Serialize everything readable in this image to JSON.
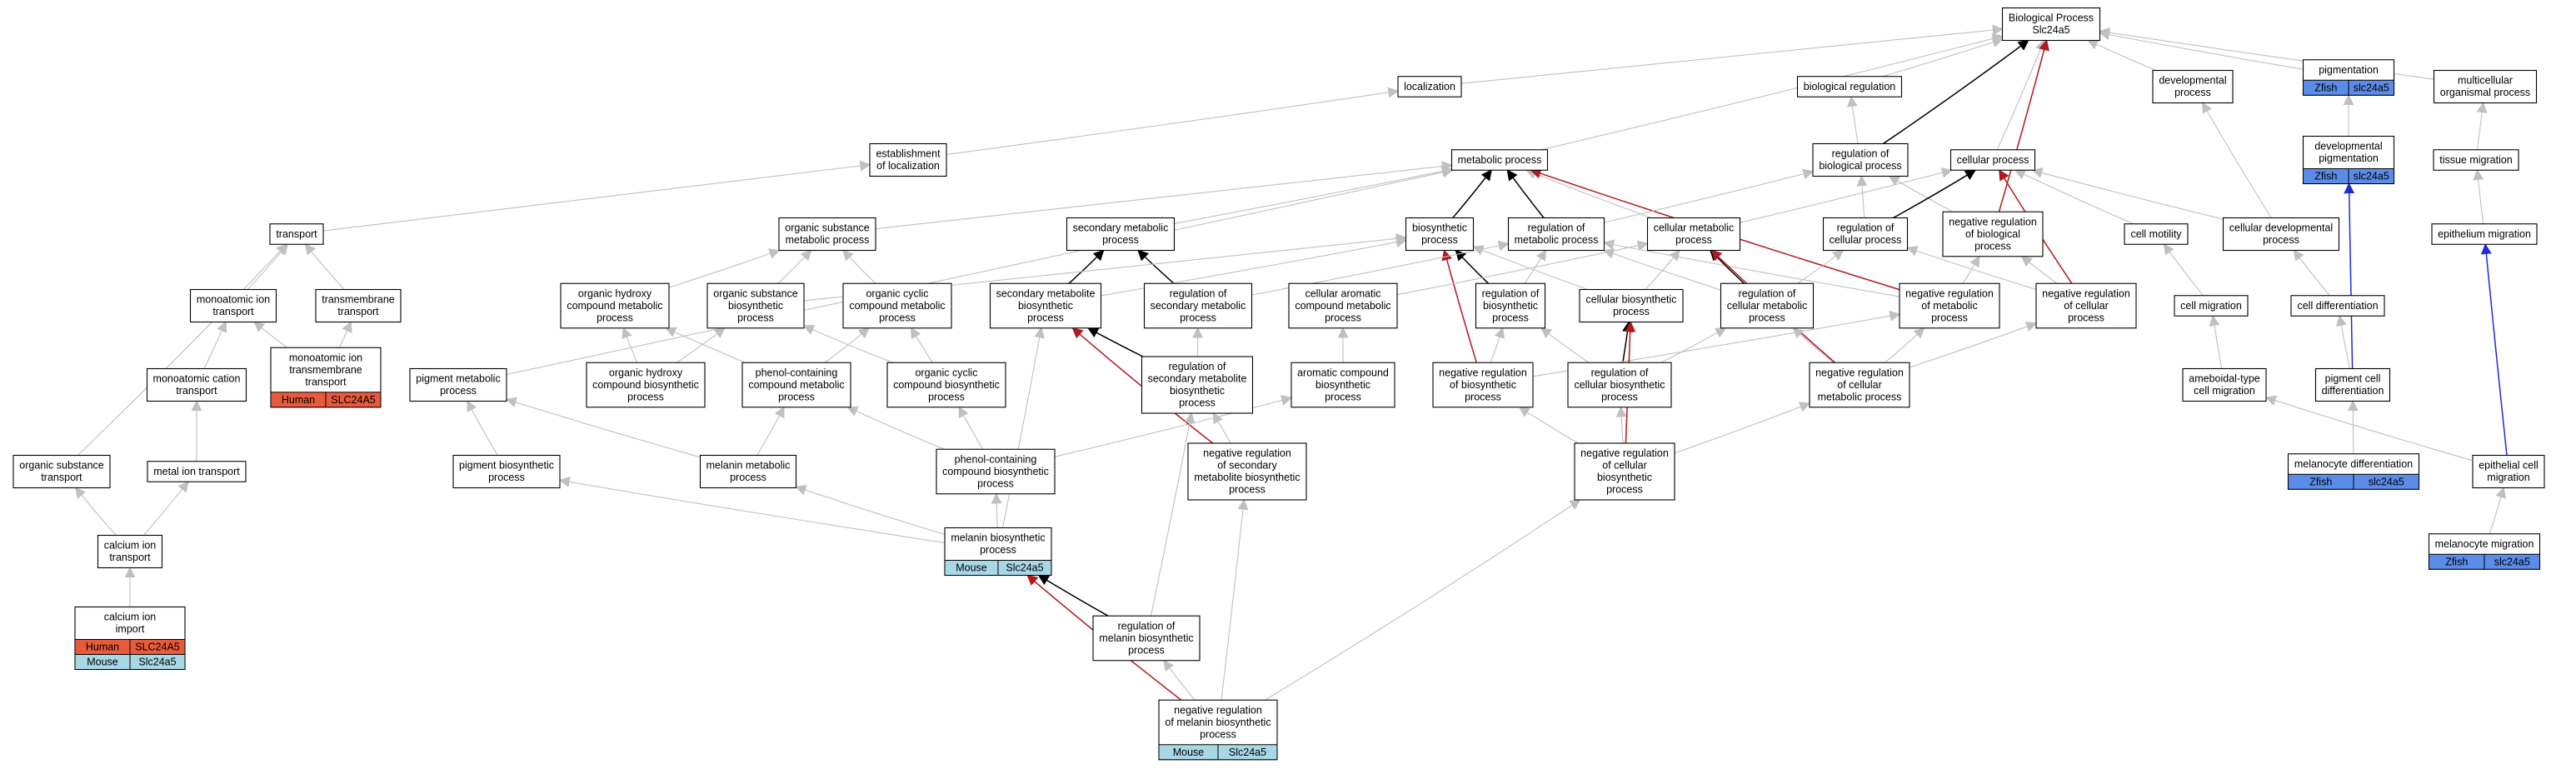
{
  "colors": {
    "edge_gray": "#c0c0c0",
    "edge_black": "#000000",
    "edge_red": "#b0191e",
    "edge_blue": "#1f2bd6",
    "human_fill": "#e85a3c",
    "mouse_fill": "#a8d8e6",
    "zfish_fill": "#5b8ce8"
  },
  "nodes": [
    {
      "id": "bp",
      "lines": [
        "Biological Process",
        "Slc24a5"
      ]
    },
    {
      "id": "loc",
      "lines": [
        "localization"
      ]
    },
    {
      "id": "breg",
      "lines": [
        "biological regulation"
      ]
    },
    {
      "id": "dev",
      "lines": [
        "developmental",
        "process"
      ]
    },
    {
      "id": "pig",
      "lines": [
        "pigmentation"
      ],
      "species": [
        [
          "Zfish",
          "slc24a5"
        ]
      ]
    },
    {
      "id": "multi",
      "lines": [
        "multicellular",
        "organismal process"
      ]
    },
    {
      "id": "estab",
      "lines": [
        "establishment",
        "of localization"
      ]
    },
    {
      "id": "met",
      "lines": [
        "metabolic process"
      ]
    },
    {
      "id": "regbio",
      "lines": [
        "regulation of",
        "biological process"
      ]
    },
    {
      "id": "cell",
      "lines": [
        "cellular process"
      ]
    },
    {
      "id": "devpig",
      "lines": [
        "developmental",
        "pigmentation"
      ],
      "species": [
        [
          "Zfish",
          "slc24a5"
        ]
      ]
    },
    {
      "id": "tissmig",
      "lines": [
        "tissue migration"
      ]
    },
    {
      "id": "transport",
      "lines": [
        "transport"
      ]
    },
    {
      "id": "osmp",
      "lines": [
        "organic substance",
        "metabolic process"
      ]
    },
    {
      "id": "secmet",
      "lines": [
        "secondary metabolic",
        "process"
      ]
    },
    {
      "id": "bios",
      "lines": [
        "biosynthetic",
        "process"
      ]
    },
    {
      "id": "regmet",
      "lines": [
        "regulation of",
        "metabolic process"
      ]
    },
    {
      "id": "cellmet",
      "lines": [
        "cellular metabolic",
        "process"
      ]
    },
    {
      "id": "regcell",
      "lines": [
        "regulation of",
        "cellular process"
      ]
    },
    {
      "id": "negbio",
      "lines": [
        "negative regulation",
        "of biological",
        "process"
      ]
    },
    {
      "id": "cellmot",
      "lines": [
        "cell motility"
      ]
    },
    {
      "id": "celldev",
      "lines": [
        "cellular developmental",
        "process"
      ]
    },
    {
      "id": "epimig",
      "lines": [
        "epithelium migration"
      ]
    },
    {
      "id": "monoion",
      "lines": [
        "monoatomic ion",
        "transport"
      ]
    },
    {
      "id": "transm",
      "lines": [
        "transmembrane",
        "transport"
      ]
    },
    {
      "id": "ohcmp",
      "lines": [
        "organic hydroxy",
        "compound metabolic",
        "process"
      ]
    },
    {
      "id": "osbp",
      "lines": [
        "organic substance",
        "biosynthetic",
        "process"
      ]
    },
    {
      "id": "occmp",
      "lines": [
        "organic cyclic",
        "compound metabolic",
        "process"
      ]
    },
    {
      "id": "smbp",
      "lines": [
        "secondary metabolite",
        "biosynthetic",
        "process"
      ]
    },
    {
      "id": "regsecmet",
      "lines": [
        "regulation of",
        "secondary metabolic",
        "process"
      ]
    },
    {
      "id": "cacmp",
      "lines": [
        "cellular aromatic",
        "compound metabolic",
        "process"
      ]
    },
    {
      "id": "regbios",
      "lines": [
        "regulation of",
        "biosynthetic",
        "process"
      ]
    },
    {
      "id": "cellbios",
      "lines": [
        "cellular biosynthetic",
        "process"
      ]
    },
    {
      "id": "regcellmet",
      "lines": [
        "regulation of",
        "cellular metabolic",
        "process"
      ]
    },
    {
      "id": "negmet",
      "lines": [
        "negative regulation",
        "of metabolic",
        "process"
      ]
    },
    {
      "id": "negcell",
      "lines": [
        "negative regulation",
        "of cellular",
        "process"
      ]
    },
    {
      "id": "cellmigr",
      "lines": [
        "cell migration"
      ]
    },
    {
      "id": "celldiff",
      "lines": [
        "cell differentiation"
      ]
    },
    {
      "id": "moncat",
      "lines": [
        "monoatomic cation",
        "transport"
      ]
    },
    {
      "id": "monotm",
      "lines": [
        "monoatomic ion",
        "transmembrane",
        "transport"
      ],
      "species": [
        [
          "Human",
          "SLC24A5"
        ]
      ]
    },
    {
      "id": "pigmet",
      "lines": [
        "pigment metabolic",
        "process"
      ]
    },
    {
      "id": "ohcbp",
      "lines": [
        "organic hydroxy",
        "compound biosynthetic",
        "process"
      ]
    },
    {
      "id": "pccmp",
      "lines": [
        "phenol-containing",
        "compound metabolic",
        "process"
      ]
    },
    {
      "id": "occbp",
      "lines": [
        "organic cyclic",
        "compound biosynthetic",
        "process"
      ]
    },
    {
      "id": "regsmbp",
      "lines": [
        "regulation of",
        "secondary metabolite",
        "biosynthetic",
        "process"
      ]
    },
    {
      "id": "acbp",
      "lines": [
        "aromatic compound",
        "biosynthetic",
        "process"
      ]
    },
    {
      "id": "negbios",
      "lines": [
        "negative regulation",
        "of biosynthetic",
        "process"
      ]
    },
    {
      "id": "regcellbios",
      "lines": [
        "regulation of",
        "cellular biosynthetic",
        "process"
      ]
    },
    {
      "id": "negcellmet",
      "lines": [
        "negative regulation",
        "of cellular",
        "metabolic process"
      ]
    },
    {
      "id": "ameb",
      "lines": [
        "ameboidal-type",
        "cell migration"
      ]
    },
    {
      "id": "pigdiff",
      "lines": [
        "pigment cell",
        "differentiation"
      ]
    },
    {
      "id": "osub",
      "lines": [
        "organic substance",
        "transport"
      ]
    },
    {
      "id": "metion",
      "lines": [
        "metal ion transport"
      ]
    },
    {
      "id": "pigbp",
      "lines": [
        "pigment biosynthetic",
        "process"
      ]
    },
    {
      "id": "melmet",
      "lines": [
        "melanin metabolic",
        "process"
      ]
    },
    {
      "id": "pccbp",
      "lines": [
        "phenol-containing",
        "compound biosynthetic",
        "process"
      ]
    },
    {
      "id": "negsmbp",
      "lines": [
        "negative regulation",
        "of secondary",
        "metabolite biosynthetic",
        "process"
      ]
    },
    {
      "id": "negcellbios",
      "lines": [
        "negative regulation",
        "of cellular",
        "biosynthetic",
        "process"
      ]
    },
    {
      "id": "meldiff",
      "lines": [
        "melanocyte differentiation"
      ],
      "species": [
        [
          "Zfish",
          "slc24a5"
        ]
      ]
    },
    {
      "id": "epicell",
      "lines": [
        "epithelial cell",
        "migration"
      ]
    },
    {
      "id": "caion",
      "lines": [
        "calcium ion",
        "transport"
      ]
    },
    {
      "id": "melbp",
      "lines": [
        "melanin biosynthetic",
        "process"
      ],
      "species": [
        [
          "Mouse",
          "Slc24a5"
        ]
      ]
    },
    {
      "id": "melmig",
      "lines": [
        "melanocyte migration"
      ],
      "species": [
        [
          "Zfish",
          "slc24a5"
        ]
      ]
    },
    {
      "id": "caimp",
      "lines": [
        "calcium ion",
        "import"
      ],
      "species": [
        [
          "Human",
          "SLC24A5"
        ],
        [
          "Mouse",
          "Slc24a5"
        ]
      ]
    },
    {
      "id": "regmelbp",
      "lines": [
        "regulation of",
        "melanin biosynthetic",
        "process"
      ]
    },
    {
      "id": "negmelbp",
      "lines": [
        "negative regulation",
        "of melanin biosynthetic",
        "process"
      ],
      "species": [
        [
          "Mouse",
          "Slc24a5"
        ]
      ]
    }
  ],
  "edges": [
    [
      "loc",
      "bp",
      "gray"
    ],
    [
      "breg",
      "bp",
      "gray"
    ],
    [
      "dev",
      "bp",
      "gray"
    ],
    [
      "pig",
      "bp",
      "gray"
    ],
    [
      "multi",
      "bp",
      "gray"
    ],
    [
      "met",
      "bp",
      "gray"
    ],
    [
      "regbio",
      "bp",
      "black"
    ],
    [
      "cell",
      "bp",
      "gray"
    ],
    [
      "negbio",
      "bp",
      "red"
    ],
    [
      "estab",
      "loc",
      "gray"
    ],
    [
      "regbio",
      "breg",
      "gray"
    ],
    [
      "celldev",
      "dev",
      "gray"
    ],
    [
      "devpig",
      "pig",
      "gray"
    ],
    [
      "tissmig",
      "multi",
      "gray"
    ],
    [
      "transport",
      "estab",
      "gray"
    ],
    [
      "osmp",
      "met",
      "gray"
    ],
    [
      "secmet",
      "met",
      "gray"
    ],
    [
      "bios",
      "met",
      "black"
    ],
    [
      "regmet",
      "met",
      "black"
    ],
    [
      "cellmet",
      "met",
      "gray"
    ],
    [
      "negmet",
      "met",
      "red"
    ],
    [
      "regcell",
      "regbio",
      "gray"
    ],
    [
      "negbio",
      "regbio",
      "gray"
    ],
    [
      "regmet",
      "regbio",
      "gray"
    ],
    [
      "regcell",
      "cell",
      "black"
    ],
    [
      "cellmot",
      "cell",
      "gray"
    ],
    [
      "celldev",
      "cell",
      "gray"
    ],
    [
      "cellmet",
      "cell",
      "gray"
    ],
    [
      "negcell",
      "cell",
      "red"
    ],
    [
      "pigdiff",
      "devpig",
      "blue"
    ],
    [
      "epimig",
      "tissmig",
      "gray"
    ],
    [
      "monoion",
      "transport",
      "gray"
    ],
    [
      "transm",
      "transport",
      "gray"
    ],
    [
      "osub",
      "transport",
      "gray"
    ],
    [
      "ohcmp",
      "osmp",
      "gray"
    ],
    [
      "osbp",
      "osmp",
      "gray"
    ],
    [
      "occmp",
      "osmp",
      "gray"
    ],
    [
      "smbp",
      "secmet",
      "black"
    ],
    [
      "regsecmet",
      "secmet",
      "black"
    ],
    [
      "osbp",
      "bios",
      "gray"
    ],
    [
      "smbp",
      "bios",
      "gray"
    ],
    [
      "regbios",
      "bios",
      "black"
    ],
    [
      "cellbios",
      "bios",
      "gray"
    ],
    [
      "negbios",
      "bios",
      "red"
    ],
    [
      "regsecmet",
      "regmet",
      "gray"
    ],
    [
      "regbios",
      "regmet",
      "gray"
    ],
    [
      "regcellmet",
      "regmet",
      "gray"
    ],
    [
      "negmet",
      "regmet",
      "gray"
    ],
    [
      "cacmp",
      "cellmet",
      "gray"
    ],
    [
      "cellbios",
      "cellmet",
      "gray"
    ],
    [
      "regcellmet",
      "cellmet",
      "black"
    ],
    [
      "negcellmet",
      "cellmet",
      "red"
    ],
    [
      "regcellmet",
      "regcell",
      "gray"
    ],
    [
      "negcell",
      "regcell",
      "gray"
    ],
    [
      "negmet",
      "negbio",
      "gray"
    ],
    [
      "negcell",
      "negbio",
      "gray"
    ],
    [
      "cellmigr",
      "cellmot",
      "gray"
    ],
    [
      "celldiff",
      "celldev",
      "gray"
    ],
    [
      "epicell",
      "epimig",
      "blue"
    ],
    [
      "moncat",
      "monoion",
      "gray"
    ],
    [
      "monotm",
      "monoion",
      "gray"
    ],
    [
      "monotm",
      "transm",
      "gray"
    ],
    [
      "pigmet",
      "met",
      "gray"
    ],
    [
      "ohcbp",
      "ohcmp",
      "gray"
    ],
    [
      "ohcbp",
      "osbp",
      "gray"
    ],
    [
      "pccmp",
      "ohcmp",
      "gray"
    ],
    [
      "pccmp",
      "occmp",
      "gray"
    ],
    [
      "occbp",
      "occmp",
      "gray"
    ],
    [
      "occbp",
      "osbp",
      "gray"
    ],
    [
      "regsmbp",
      "smbp",
      "black"
    ],
    [
      "regsmbp",
      "regsecmet",
      "gray"
    ],
    [
      "negsmbp",
      "regsmbp",
      "gray"
    ],
    [
      "acbp",
      "cacmp",
      "gray"
    ],
    [
      "negbios",
      "regbios",
      "gray"
    ],
    [
      "regcellbios",
      "regbios",
      "gray"
    ],
    [
      "regcellbios",
      "cellbios",
      "black"
    ],
    [
      "regcellbios",
      "regcellmet",
      "gray"
    ],
    [
      "negcellmet",
      "regcellmet",
      "gray"
    ],
    [
      "negcellmet",
      "negmet",
      "gray"
    ],
    [
      "negcellmet",
      "negcell",
      "gray"
    ],
    [
      "negbios",
      "negmet",
      "gray"
    ],
    [
      "ameb",
      "cellmigr",
      "gray"
    ],
    [
      "pigdiff",
      "celldiff",
      "gray"
    ],
    [
      "metion",
      "moncat",
      "gray"
    ],
    [
      "pigbp",
      "pigmet",
      "gray"
    ],
    [
      "melmet",
      "pigmet",
      "gray"
    ],
    [
      "melmet",
      "pccmp",
      "gray"
    ],
    [
      "pccbp",
      "pccmp",
      "gray"
    ],
    [
      "pccbp",
      "occbp",
      "gray"
    ],
    [
      "pccbp",
      "acbp",
      "gray"
    ],
    [
      "negsmbp",
      "smbp",
      "red"
    ],
    [
      "negcellbios",
      "regcellbios",
      "gray"
    ],
    [
      "negcellbios",
      "negbios",
      "gray"
    ],
    [
      "negcellbios",
      "cellbios",
      "red"
    ],
    [
      "negcellbios",
      "negcellmet",
      "gray"
    ],
    [
      "meldiff",
      "pigdiff",
      "gray"
    ],
    [
      "epicell",
      "ameb",
      "gray"
    ],
    [
      "melmig",
      "epicell",
      "gray"
    ],
    [
      "caion",
      "metion",
      "gray"
    ],
    [
      "caion",
      "osub",
      "gray"
    ],
    [
      "caimp",
      "caion",
      "gray"
    ],
    [
      "melbp",
      "pigbp",
      "gray"
    ],
    [
      "melbp",
      "melmet",
      "gray"
    ],
    [
      "melbp",
      "pccbp",
      "gray"
    ],
    [
      "melbp",
      "smbp",
      "gray"
    ],
    [
      "regmelbp",
      "melbp",
      "black"
    ],
    [
      "regmelbp",
      "regsmbp",
      "gray"
    ],
    [
      "negmelbp",
      "regmelbp",
      "gray"
    ],
    [
      "negmelbp",
      "melbp",
      "red"
    ],
    [
      "negmelbp",
      "negsmbp",
      "gray"
    ],
    [
      "negmelbp",
      "negcellbios",
      "gray"
    ]
  ]
}
